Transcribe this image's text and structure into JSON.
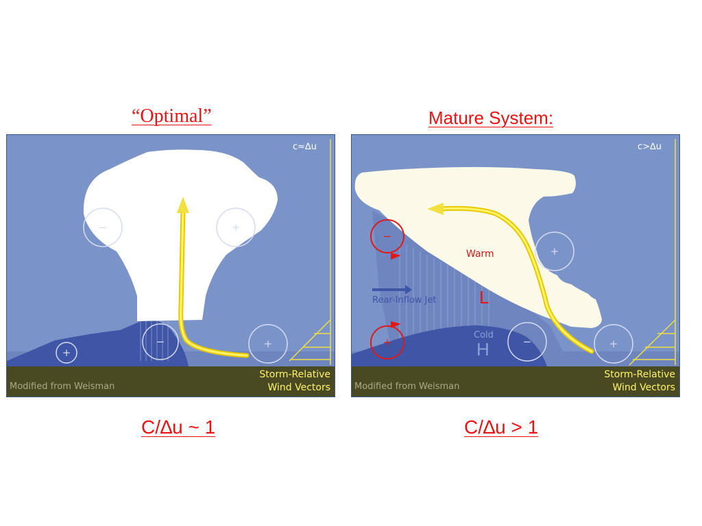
{
  "titles": {
    "left": "“Optimal”",
    "right": "Mature System:"
  },
  "captions": {
    "left": "C/∆u ~ 1",
    "right": "C/∆u > 1"
  },
  "panels": {
    "left": {
      "ratio_label": "c≈∆u",
      "credit": "Modified from Weisman",
      "legend_line1": "Storm-Relative",
      "legend_line2": "Wind Vectors",
      "vortex_minus": "−",
      "vortex_plus": "+"
    },
    "right": {
      "ratio_label": "c>∆u",
      "credit": "Modified from Weisman",
      "legend_line1": "Storm-Relative",
      "legend_line2": "Wind Vectors",
      "label_warm": "Warm",
      "label_low": "L",
      "label_rear_inflow": "Rear-Inflow Jet",
      "label_cold": "Cold",
      "label_high": "H",
      "vortex_minus": "−",
      "vortex_plus": "+"
    }
  },
  "colors": {
    "title_red": "#ee1111",
    "sky": "#7a93c9",
    "cold_pool": "#3f55a6",
    "ground": "#4a4a22",
    "cloud": "#ffffff",
    "updraft": "#f2e040",
    "annotation_red": "#e01818"
  }
}
